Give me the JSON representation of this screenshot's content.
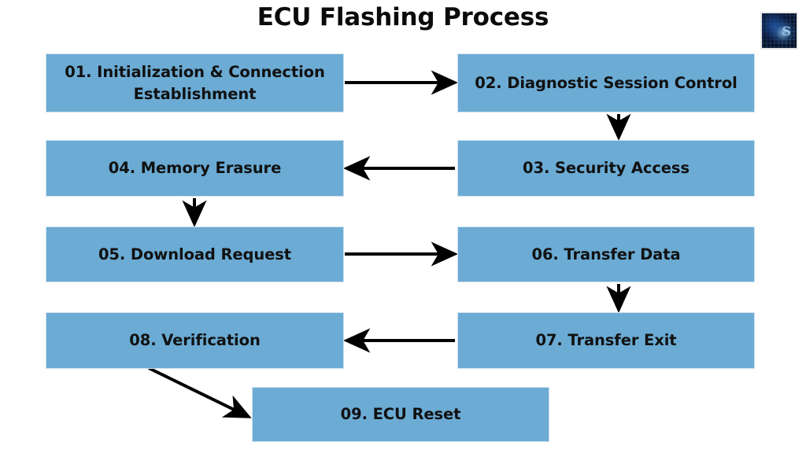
{
  "page": {
    "title": "ECU Flashing Process",
    "background_color": "#ffffff",
    "node_fill_color": "#6BABD4",
    "node_text_color": "#111111",
    "arrow_color": "#000000"
  },
  "logo": {
    "name": "site-logo",
    "glyph": "S",
    "description": "dark blue circuit pattern square logo"
  },
  "diagram": {
    "type": "flowchart",
    "nodes": [
      {
        "id": "01",
        "label": "01. Initialization & Connection Establishment",
        "column": "left",
        "row": 1
      },
      {
        "id": "02",
        "label": "02. Diagnostic Session Control",
        "column": "right",
        "row": 1
      },
      {
        "id": "03",
        "label": "03. Security Access",
        "column": "right",
        "row": 2
      },
      {
        "id": "04",
        "label": "04. Memory Erasure",
        "column": "left",
        "row": 2
      },
      {
        "id": "05",
        "label": "05. Download Request",
        "column": "left",
        "row": 3
      },
      {
        "id": "06",
        "label": "06. Transfer Data",
        "column": "right",
        "row": 3
      },
      {
        "id": "07",
        "label": "07. Transfer Exit",
        "column": "right",
        "row": 4
      },
      {
        "id": "08",
        "label": "08. Verification",
        "column": "left",
        "row": 4
      },
      {
        "id": "09",
        "label": "09. ECU Reset",
        "column": "center",
        "row": 5
      }
    ],
    "edges": [
      {
        "from": "01",
        "to": "02",
        "direction": "right"
      },
      {
        "from": "02",
        "to": "03",
        "direction": "down"
      },
      {
        "from": "03",
        "to": "04",
        "direction": "left"
      },
      {
        "from": "04",
        "to": "05",
        "direction": "down"
      },
      {
        "from": "05",
        "to": "06",
        "direction": "right"
      },
      {
        "from": "06",
        "to": "07",
        "direction": "down"
      },
      {
        "from": "07",
        "to": "08",
        "direction": "left"
      },
      {
        "from": "08",
        "to": "09",
        "direction": "diagonal-down-right"
      }
    ]
  }
}
